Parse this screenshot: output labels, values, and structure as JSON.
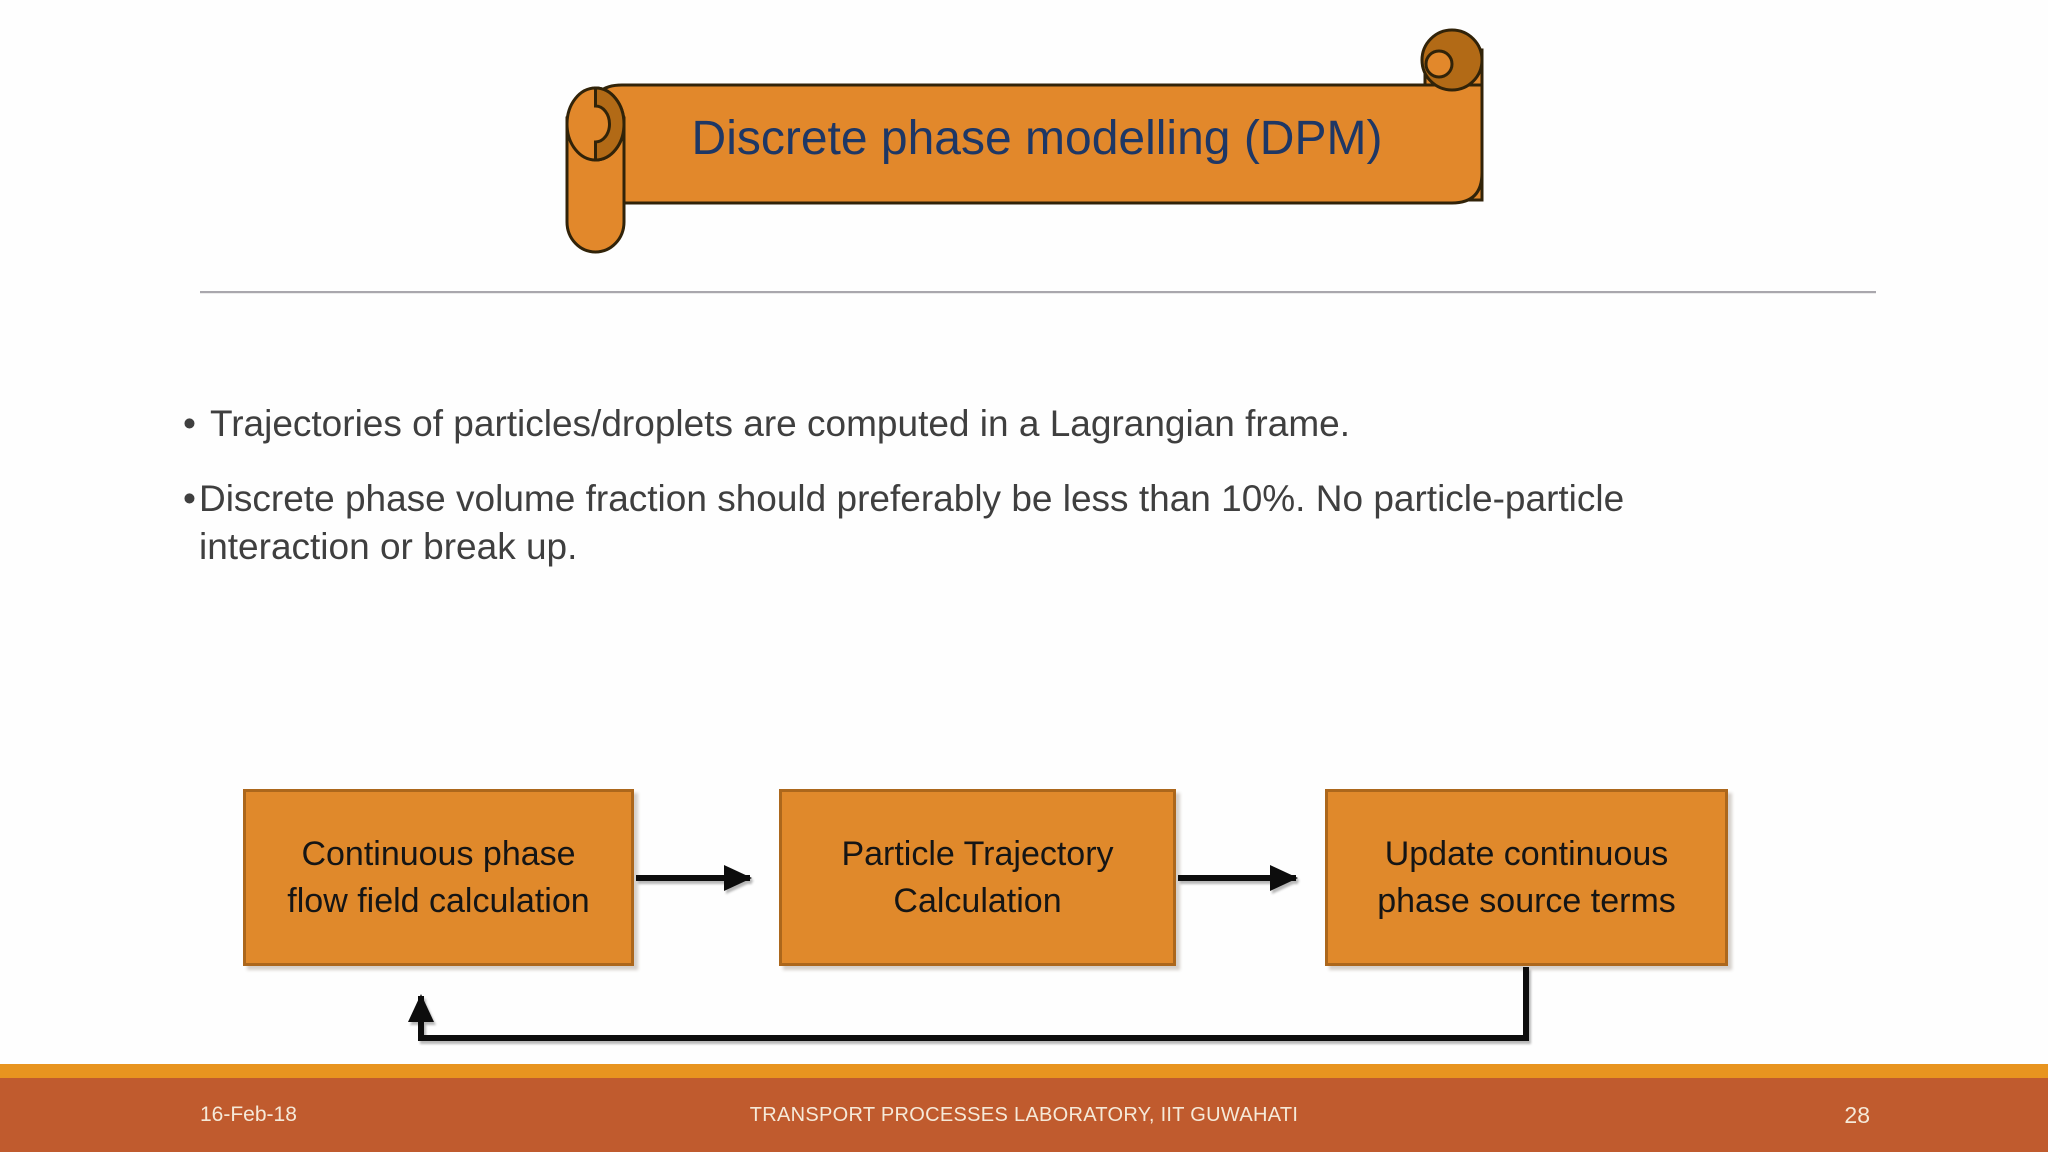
{
  "slide": {
    "title": "Discrete phase modelling (DPM)",
    "bullets": [
      {
        "marker": "•",
        "text": "Trajectories of particles/droplets are computed in a Lagrangian frame."
      },
      {
        "marker": "•",
        "text": "Discrete phase volume fraction should preferably be less than 10%. No particle-particle interaction or break up."
      }
    ],
    "flowchart": {
      "boxes": [
        {
          "label": "Continuous phase flow field calculation"
        },
        {
          "label": "Particle Trajectory Calculation"
        },
        {
          "label": "Update continuous phase source terms"
        }
      ]
    },
    "footer": {
      "date": "16-Feb-18",
      "center_text": "TRANSPORT PROCESSES LABORATORY, IIT GUWAHATI",
      "page_number": "28"
    },
    "colors": {
      "banner_fill": "#e2882b",
      "banner_curl_dark": "#b26a16",
      "banner_outline": "#312309",
      "title_text": "#1e3765",
      "body_text": "#3f3f3f",
      "box_fill": "#e0892b",
      "box_border": "#ac671c",
      "arrow": "#111111",
      "footer_strip": "#e8941f",
      "footer_bar": "#c05b2e",
      "footer_text": "#f5e9d8"
    }
  }
}
